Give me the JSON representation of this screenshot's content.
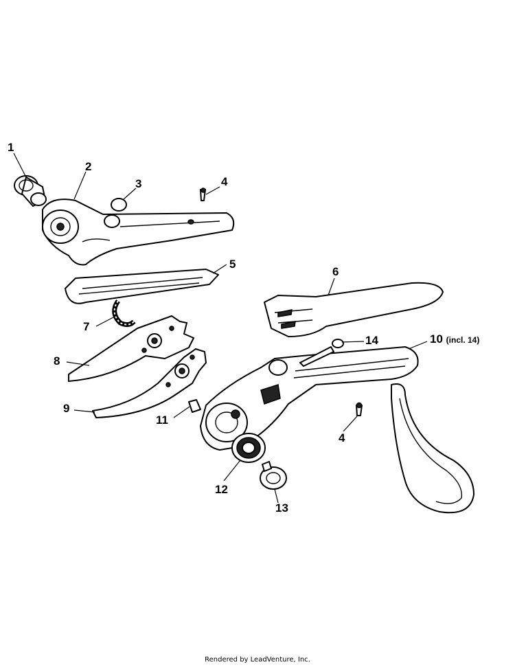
{
  "callouts": {
    "c1": "1",
    "c2": "2",
    "c3": "3",
    "c4a": "4",
    "c4b": "4",
    "c5": "5",
    "c6": "6",
    "c7": "7",
    "c8": "8",
    "c9": "9",
    "c10": "10",
    "c10_note": "(incl. 14)",
    "c11": "11",
    "c12": "12",
    "c13": "13",
    "c14": "14"
  },
  "footer": "Rendered by LeadVenture, Inc."
}
